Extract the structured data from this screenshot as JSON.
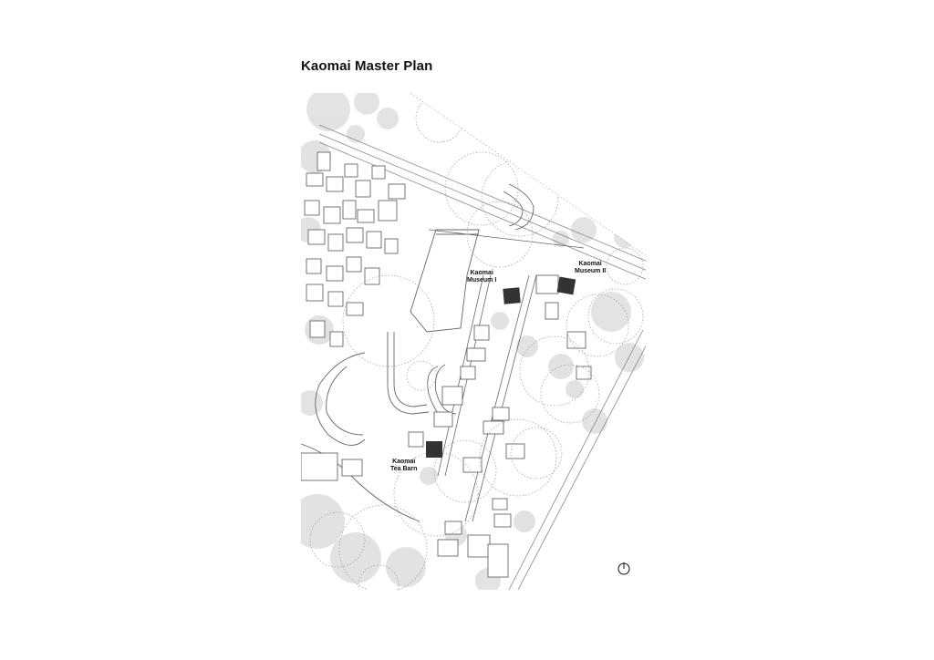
{
  "title": "Kaomai Master Plan",
  "labels": {
    "museum1": [
      "Kaomai",
      "Museum I"
    ],
    "museum2": [
      "Kaomai",
      "Museum II"
    ],
    "teabarn": [
      "Kaomai",
      "Tea Barn"
    ]
  },
  "colors": {
    "building": "#333333",
    "tree_fill": "#dedede",
    "tree_outline": "#9a9a9a",
    "lines": "#777777"
  },
  "icons": [
    "north-arrow-icon"
  ]
}
